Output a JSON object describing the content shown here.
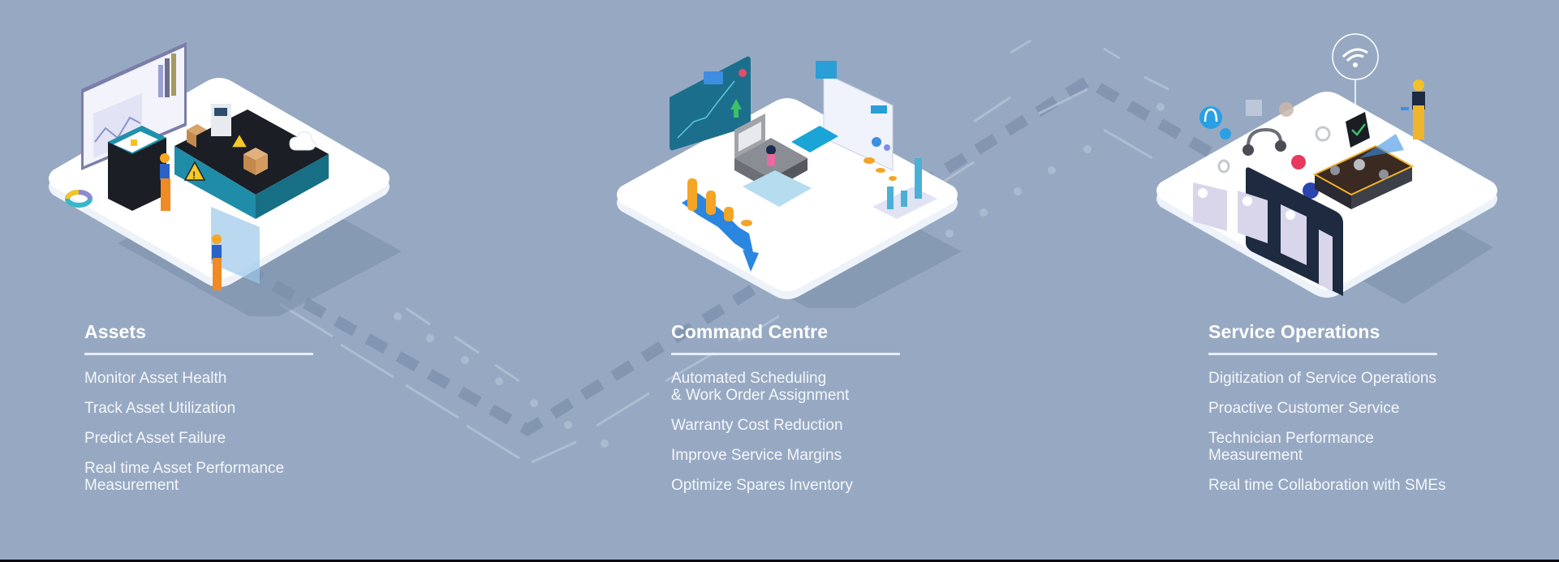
{
  "colors": {
    "background": "#97a9c2",
    "text": "#ffffff",
    "rule": "#e8eef7",
    "platform": "#ffffff",
    "accent_teal": "#1d8aa6",
    "accent_orange": "#f08a24",
    "accent_blue": "#2b86e0"
  },
  "sections": [
    {
      "title": "Assets",
      "illustration": "factory-assets-illustration",
      "items": [
        "Monitor Asset Health",
        "Track Asset Utilization",
        "Predict Asset Failure",
        "Real time Asset Performance\nMeasurement"
      ]
    },
    {
      "title": "Command Centre",
      "illustration": "command-centre-illustration",
      "items": [
        "Automated Scheduling\n& Work Order Assignment",
        "Warranty Cost Reduction",
        "Improve Service Margins",
        "Optimize Spares Inventory"
      ]
    },
    {
      "title": "Service Operations",
      "illustration": "service-operations-illustration",
      "items": [
        "Digitization of Service Operations",
        "Proactive Customer Service",
        "Technician Performance\nMeasurement",
        "Real time Collaboration with SMEs"
      ]
    }
  ]
}
